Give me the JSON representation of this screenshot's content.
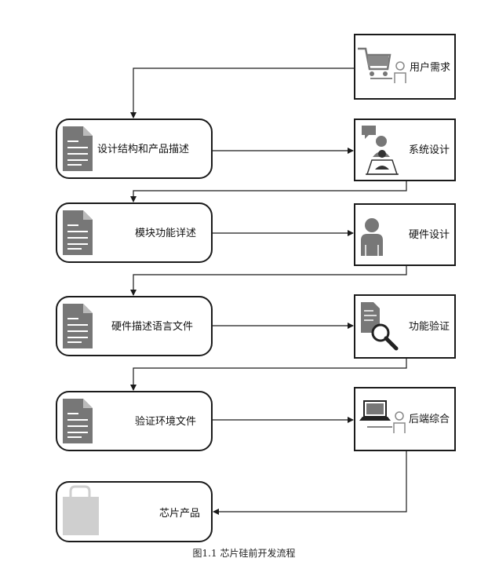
{
  "left_nodes": [
    {
      "label": "设计结构和产品描述",
      "icon": "document-icon"
    },
    {
      "label": "模块功能详述",
      "icon": "document-icon"
    },
    {
      "label": "硬件描述语言文件",
      "icon": "document-icon"
    },
    {
      "label": "验证环境文件",
      "icon": "document-icon"
    },
    {
      "label": "芯片产品",
      "icon": "shopping-bag-icon"
    }
  ],
  "right_nodes": [
    {
      "label": "用户需求",
      "icon": "shopping-cart-user-icon"
    },
    {
      "label": "系统设计",
      "icon": "meeting-people-icon"
    },
    {
      "label": "硬件设计",
      "icon": "person-icon"
    },
    {
      "label": "功能验证",
      "icon": "document-magnifier-icon"
    },
    {
      "label": "后端综合",
      "icon": "laptop-user-icon"
    }
  ],
  "caption": "图1.1 芯片硅前开发流程",
  "colors": {
    "icon_gray": "#777777",
    "bag_gray": "#cfcfcf",
    "stroke": "#1a1a1a"
  }
}
